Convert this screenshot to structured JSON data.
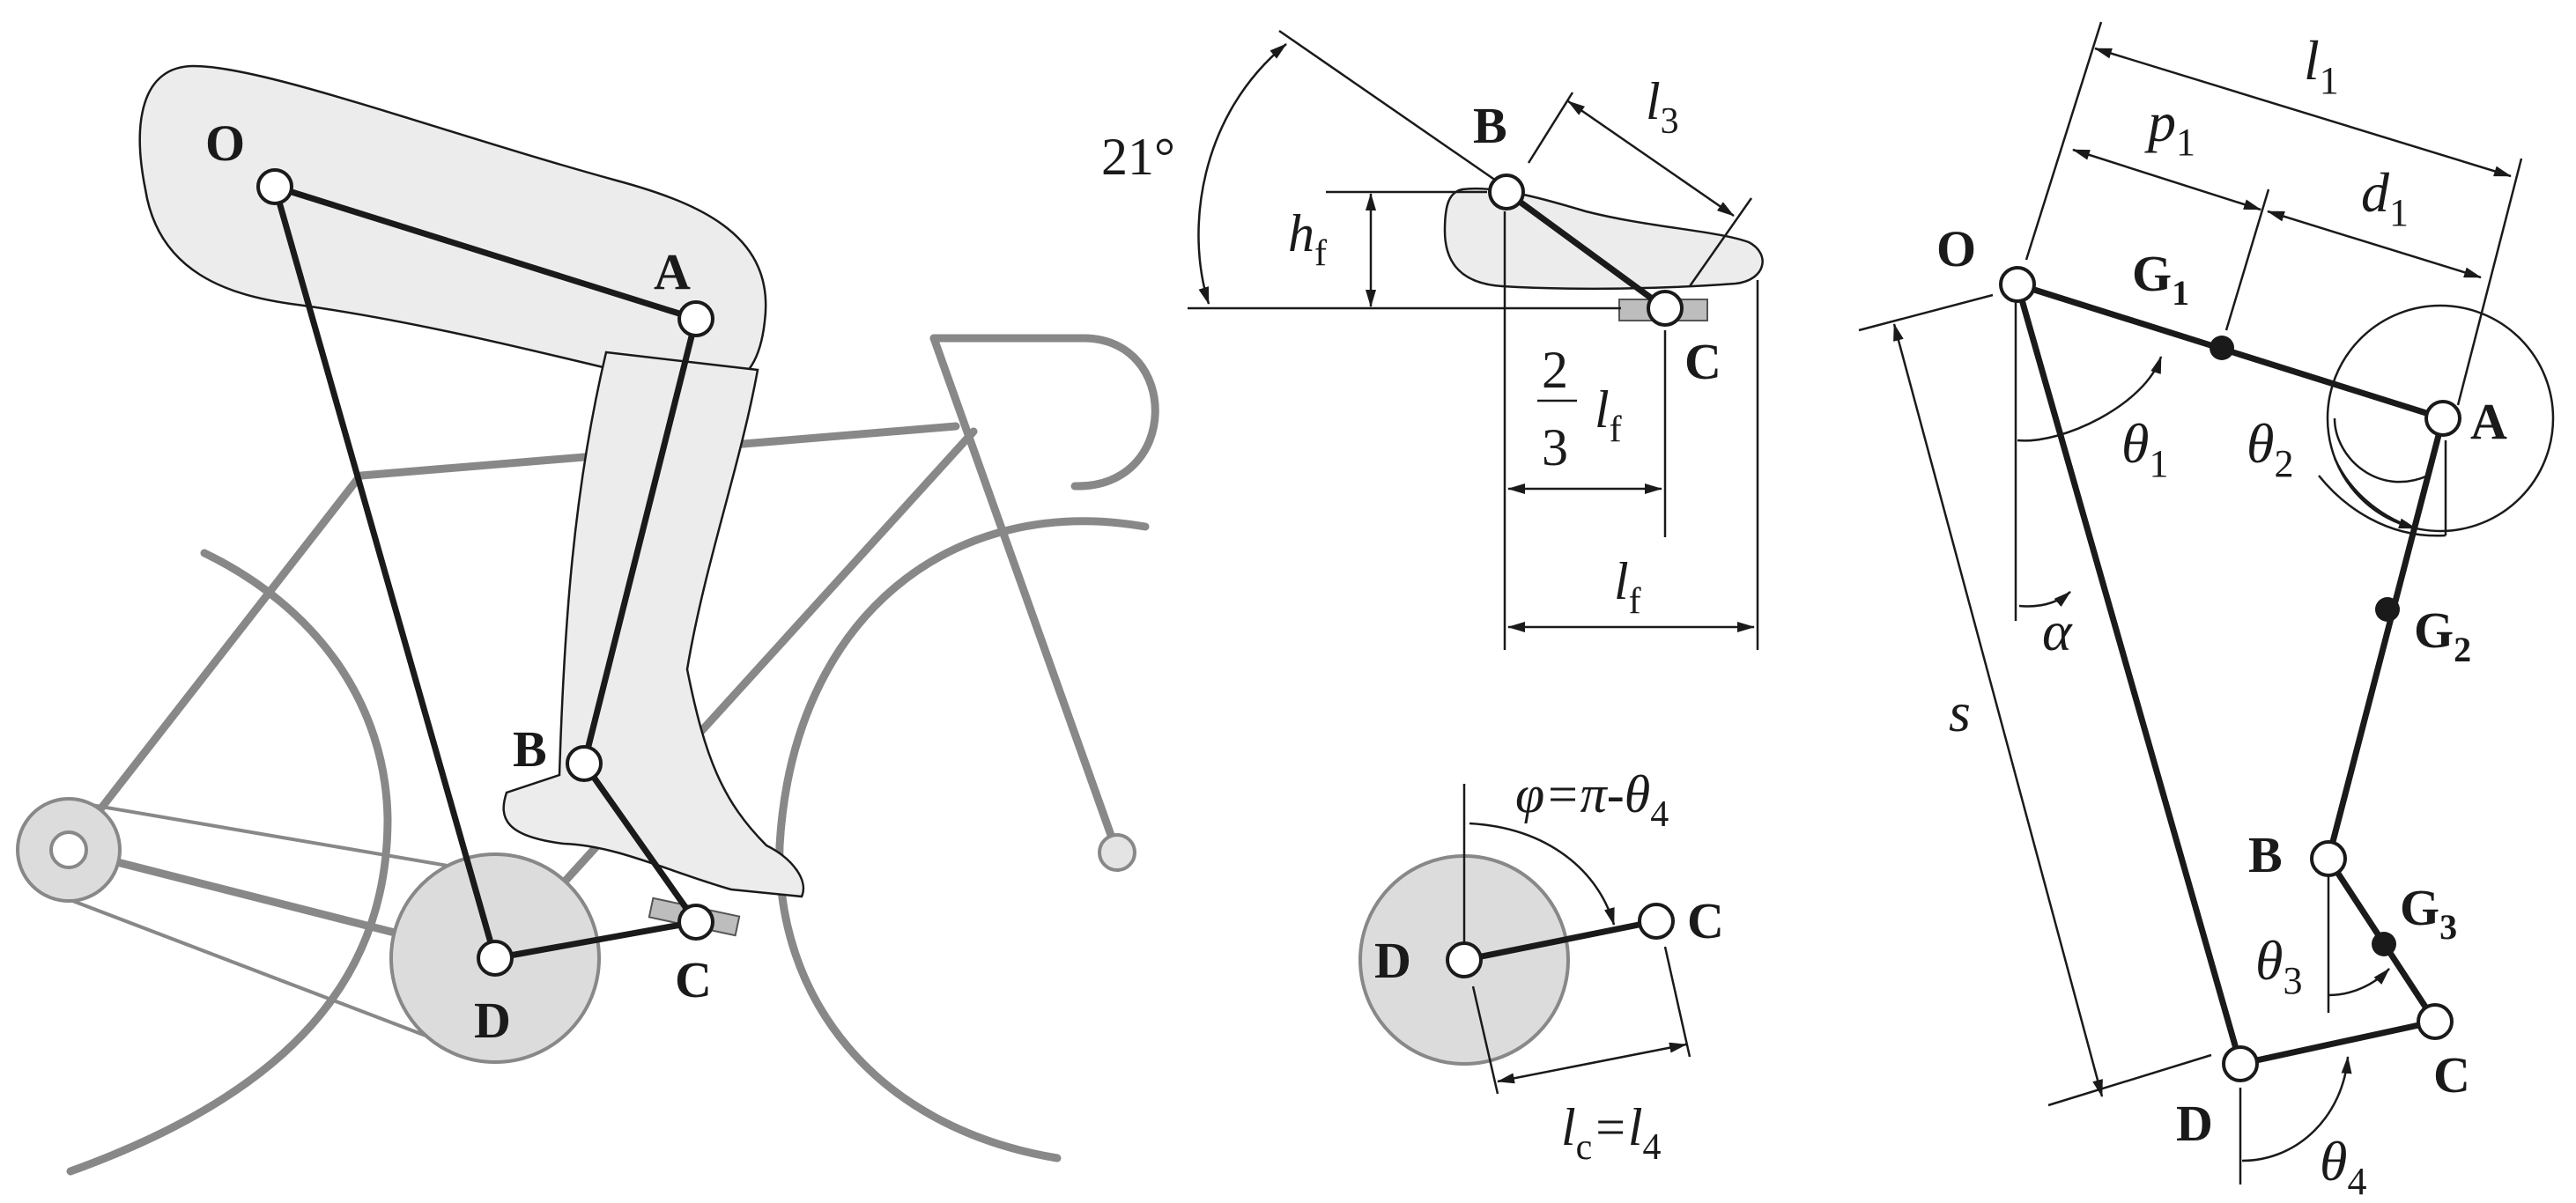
{
  "figure": {
    "panel_left": {
      "labels": {
        "o": "O",
        "a": "A",
        "b": "B",
        "c": "C",
        "d": "D"
      }
    },
    "panel_foot": {
      "angle_label": "21°",
      "b": "B",
      "c": "C",
      "l3_main": "l",
      "l3_sub": "3",
      "hf_main": "h",
      "hf_sub": "f",
      "frac_num": "2",
      "frac_den": "3",
      "lf_small_main": "l",
      "lf_small_sub": "f",
      "lf_main": "l",
      "lf_sub": "f"
    },
    "panel_crank": {
      "d": "D",
      "c": "C",
      "phi_main": "φ=π-θ",
      "phi_sub": "4",
      "lc_main": "l",
      "lc_sub": "c",
      "lc_eq": "=l",
      "lc_sub2": "4"
    },
    "panel_model": {
      "o": "O",
      "a": "A",
      "b": "B",
      "c": "C",
      "d": "D",
      "g1": "G",
      "g1_sub": "1",
      "g2": "G",
      "g2_sub": "2",
      "g3": "G",
      "g3_sub": "3",
      "l1_main": "l",
      "l1_sub": "1",
      "p1_main": "p",
      "p1_sub": "1",
      "d1_main": "d",
      "d1_sub": "1",
      "theta1": "θ",
      "theta1_sub": "1",
      "theta2": "θ",
      "theta2_sub": "2",
      "theta3": "θ",
      "theta3_sub": "3",
      "theta4": "θ",
      "theta4_sub": "4",
      "alpha": "α",
      "s": "s"
    }
  }
}
